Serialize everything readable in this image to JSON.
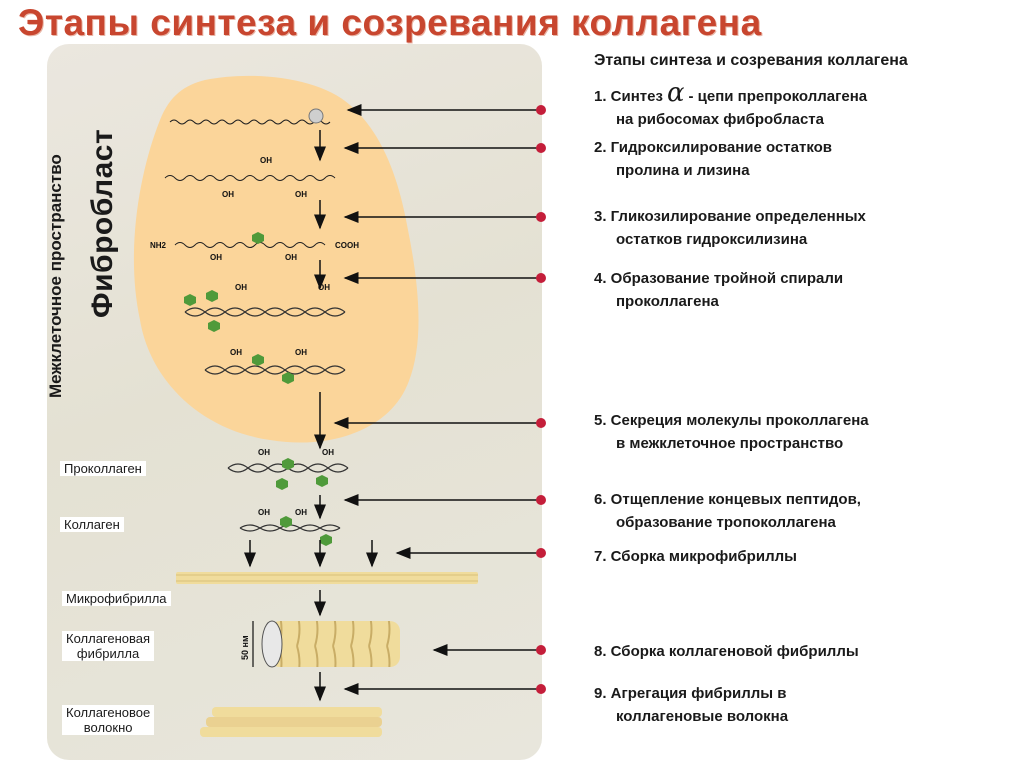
{
  "title": "Этапы синтеза и созревания коллагена",
  "panel": {
    "vertical_label_space": "Межклеточное пространство",
    "vertical_label_cell": "Фибробласт",
    "chem_labels": {
      "nh2": "NH2",
      "cooh": "COOH",
      "oh": "OH",
      "scale": "50 нм"
    },
    "stage_labels": {
      "procollagen": "Проколлаген",
      "collagen": "Коллаген",
      "microfibril": "Микрофибрилла",
      "fibril_line1": "Коллагеновая",
      "fibril_line2": "фибрилла",
      "fiber_line1": "Коллагеновое",
      "fiber_line2": "волокно"
    }
  },
  "right_header": "Этапы синтеза и созревания коллагена",
  "steps": [
    {
      "line1a": "1. Синтез",
      "symbol": "α",
      "line1b": "- цепи препроколлагена",
      "line2": "на рибосомах фибробласта"
    },
    {
      "line1": "2. Гидроксилирование остатков",
      "line2": "пролина и лизина"
    },
    {
      "line1": "3. Гликозилирование определенных",
      "line2": "остатков гидроксилизина"
    },
    {
      "line1": "4. Образование тройной спирали",
      "line2": "проколлагена"
    },
    {
      "line1": "5. Секреция молекулы проколлагена",
      "line2": "в межклеточное пространство"
    },
    {
      "line1": "6. Отщепление концевых пептидов,",
      "line2": "образование тропоколлагена"
    },
    {
      "line1": "7. Сборка микрофибриллы",
      "line2": ""
    },
    {
      "line1": "8. Сборка коллагеновой фибриллы",
      "line2": ""
    },
    {
      "line1": "9. Агрегация фибриллы в",
      "line2": "коллагеновые волокна"
    }
  ],
  "colors": {
    "title": "#c8462f",
    "cell": "#fbd59a",
    "pointer": "#c41e3a",
    "glycosyl": "#4f9a3a",
    "fiber": "#f0dc9c"
  }
}
